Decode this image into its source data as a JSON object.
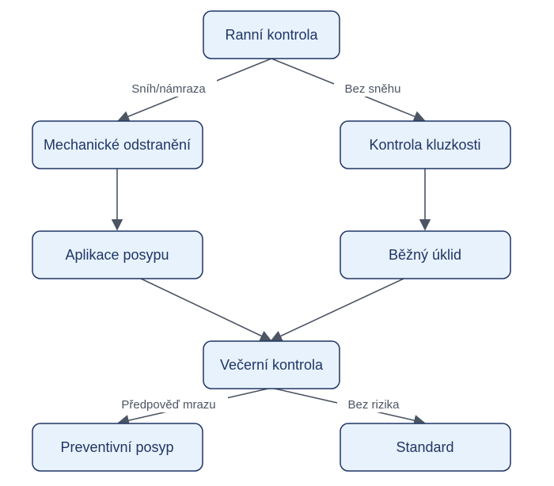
{
  "diagram": {
    "nodes": {
      "morning": "Ranní kontrola",
      "mechanical": "Mechanické odstranění",
      "slip": "Kontrola kluzkosti",
      "spread": "Aplikace posypu",
      "cleaning": "Běžný úklid",
      "evening": "Večerní kontrola",
      "preventive": "Preventivní posyp",
      "standard": "Standard"
    },
    "edges": [
      {
        "from": "morning",
        "to": "mechanical",
        "label": "Sníh/námraza"
      },
      {
        "from": "morning",
        "to": "slip",
        "label": "Bez sněhu"
      },
      {
        "from": "mechanical",
        "to": "spread",
        "label": ""
      },
      {
        "from": "slip",
        "to": "cleaning",
        "label": ""
      },
      {
        "from": "spread",
        "to": "evening",
        "label": ""
      },
      {
        "from": "cleaning",
        "to": "evening",
        "label": ""
      },
      {
        "from": "evening",
        "to": "preventive",
        "label": "Předpověď mrazu"
      },
      {
        "from": "evening",
        "to": "standard",
        "label": "Bez rizika"
      }
    ]
  }
}
